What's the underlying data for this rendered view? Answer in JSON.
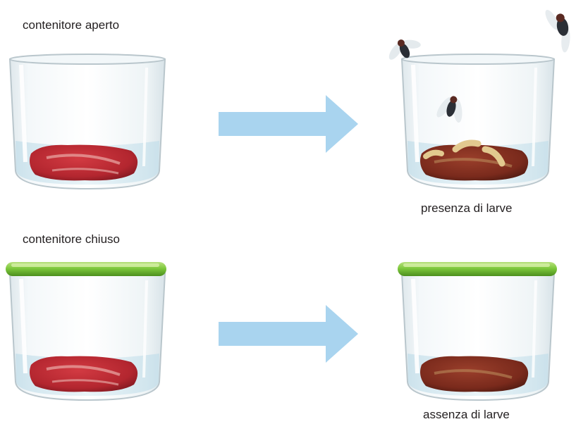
{
  "labels": {
    "open_container": "contenitore aperto",
    "closed_container": "contenitore chiuso",
    "larvae_present": "presenza di larve",
    "larvae_absent": "assenza di larve"
  },
  "colors": {
    "arrow": "#a9d4ef",
    "lid": "#7ec93c",
    "meat": "#b3262f",
    "rotten_meat": "#7a2a1c",
    "larva": "#e2c98f",
    "glass_stroke": "#b9c6cc"
  },
  "icons": {
    "arrow": "right-arrow",
    "fly": "fly",
    "larva": "maggot",
    "lid": "green-lid",
    "jar": "glass-jar",
    "meat": "raw-meat"
  }
}
